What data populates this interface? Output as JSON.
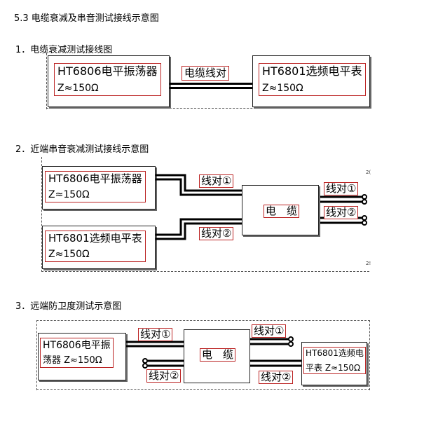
{
  "section_title": "5.3  电缆衰减及串音测试接线示意图",
  "diagram1": {
    "heading": "1．电缆衰减测试接线图",
    "left_box": {
      "name": "HT6806电平振荡器",
      "impedance": "Z≈150Ω"
    },
    "link_label": "电缆线对",
    "right_box": {
      "name": "HT6801选频电平表",
      "impedance": "Z≈150Ω"
    }
  },
  "diagram2": {
    "heading": "2．近端串音衰减测试接线示意图",
    "top_box": {
      "name": "HT6806电平振荡器",
      "impedance": "Z≈150Ω"
    },
    "bottom_box": {
      "name": "HT6801选频电平表",
      "impedance": "Z≈150Ω"
    },
    "pair1_in": "线对①",
    "pair2_in": "线对②",
    "cable": "电　缆",
    "pair1_out": "线对①",
    "pair2_out": "线对②",
    "edge_mark_top": "2(",
    "edge_mark_bottom": "2!"
  },
  "diagram3": {
    "heading": "3．远端防卫度测试示意图",
    "left_box": {
      "name": "HT6806电平振",
      "name_line2": "荡器",
      "impedance": "Z≈150Ω"
    },
    "pair1_in": "线对①",
    "pair2_in": "线对②",
    "cable": "电　缆",
    "pair1_out": "线对①",
    "pair2_out": "线对②",
    "right_box": {
      "name": "HT6801选频电",
      "name_line2": "平表",
      "impedance": "Z≈150Ω"
    }
  }
}
